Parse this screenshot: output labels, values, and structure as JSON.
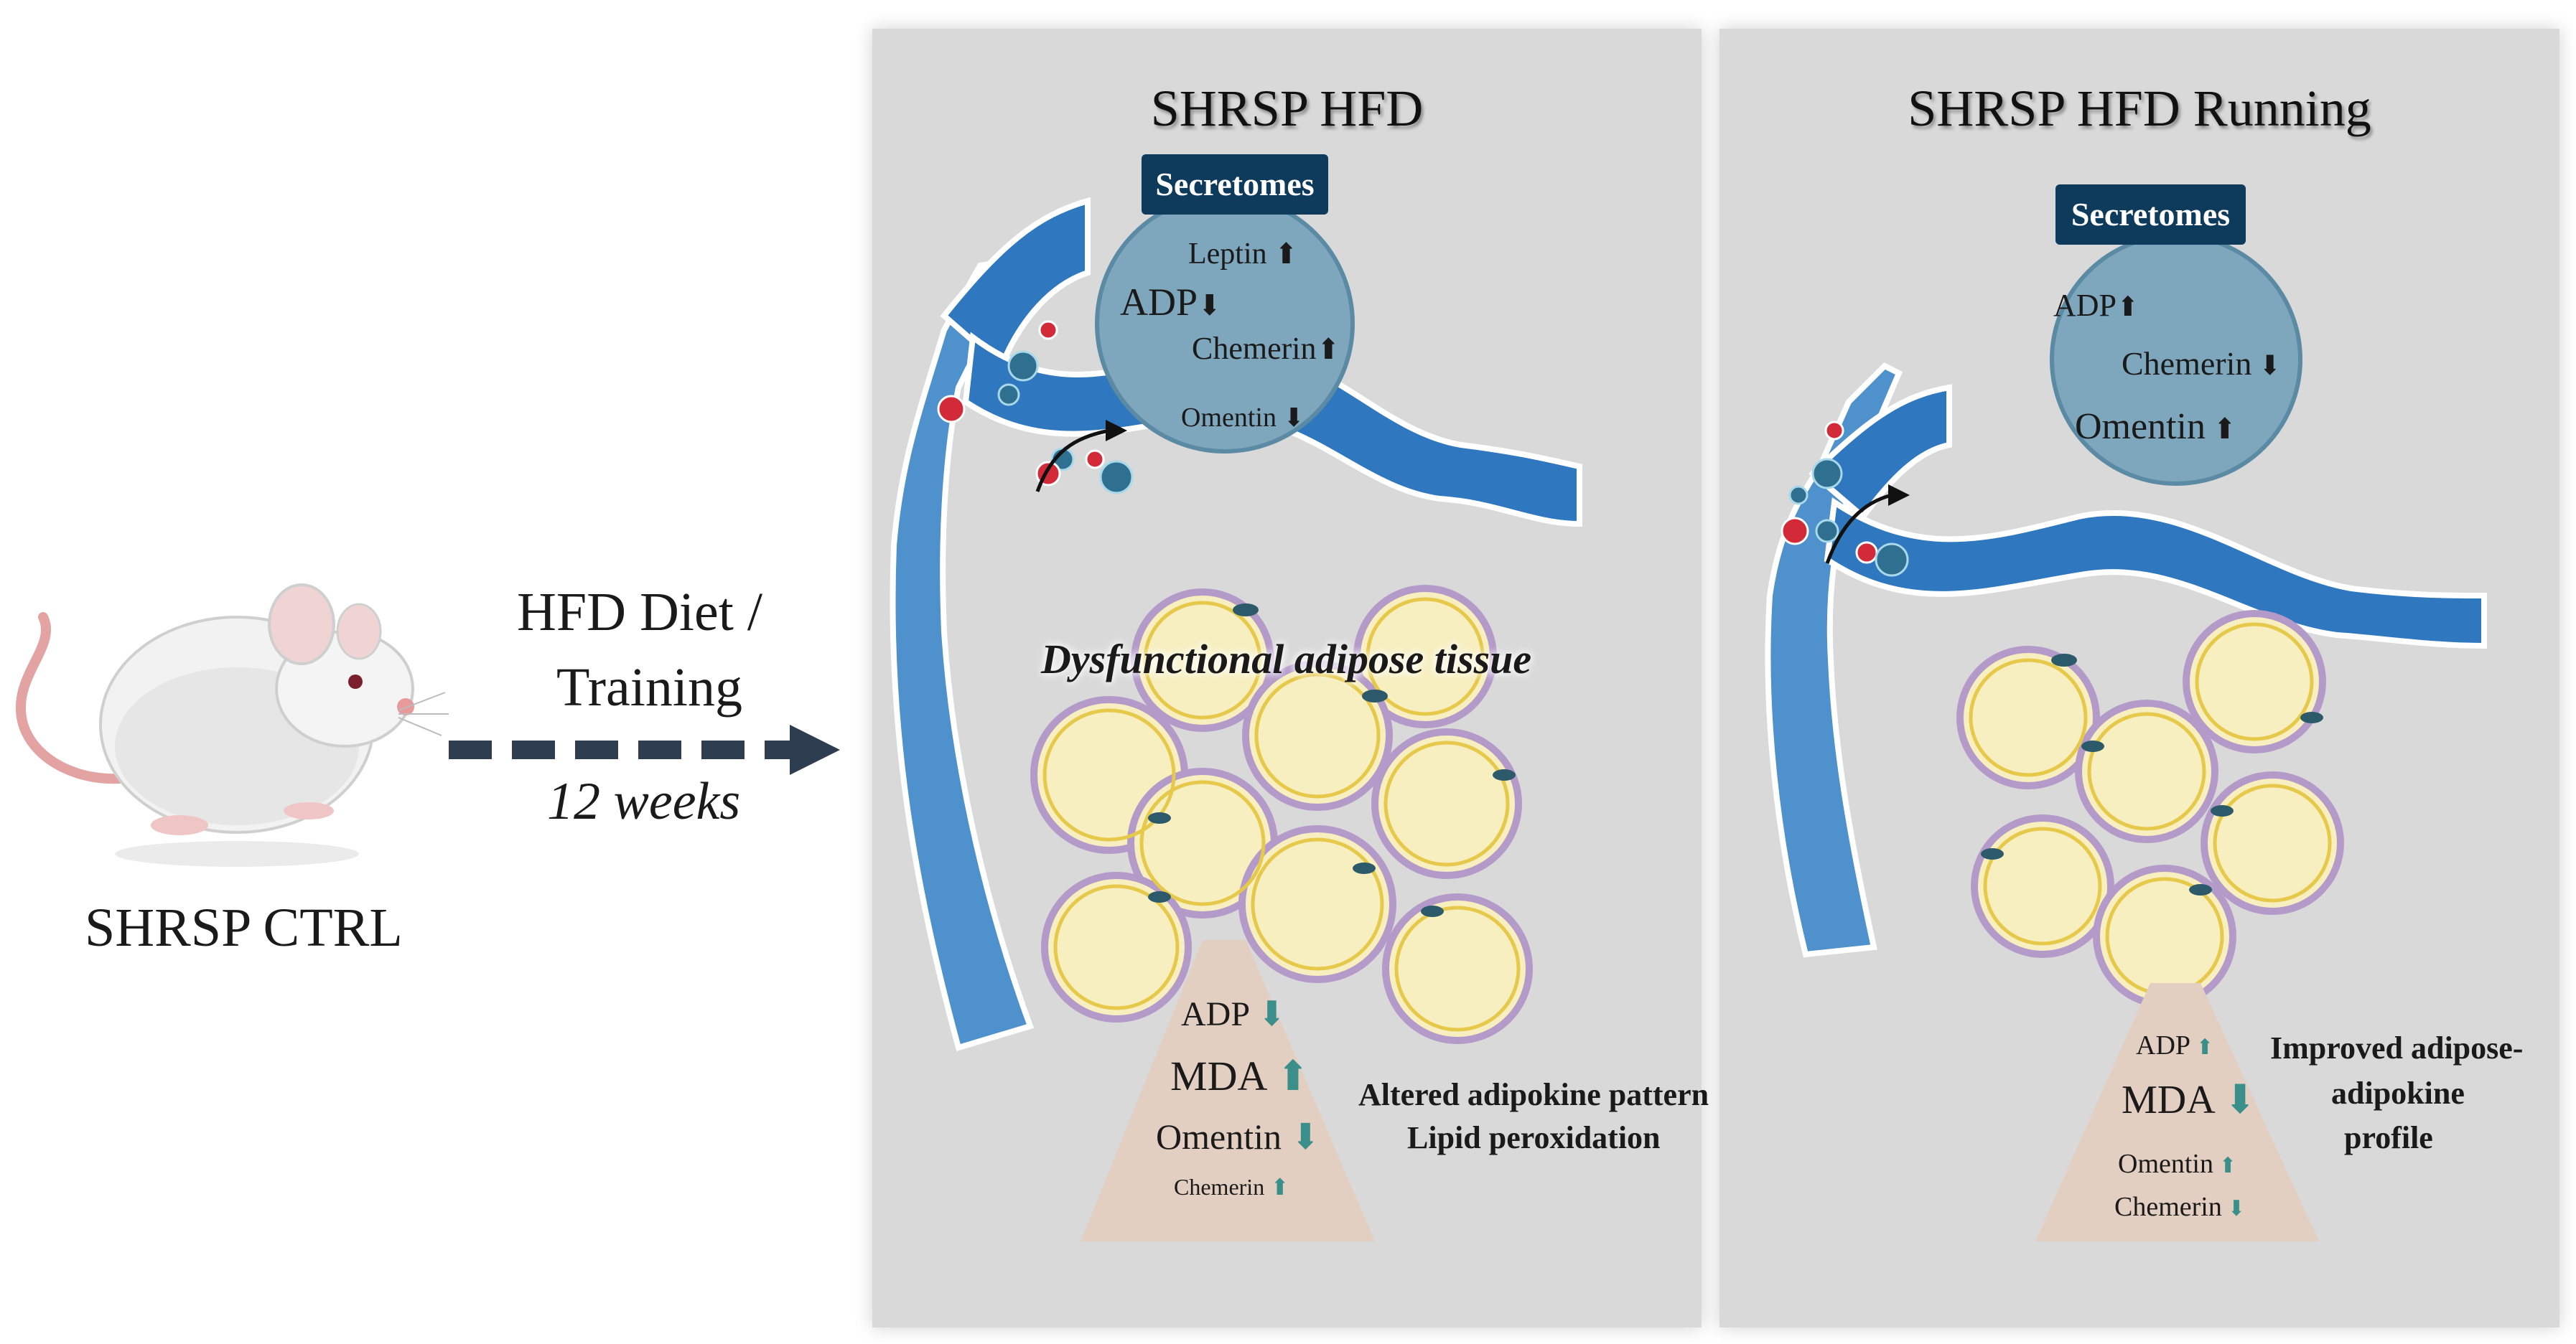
{
  "left": {
    "control_label": "SHRSP CTRL",
    "arrow_label_line1": "HFD Diet /",
    "arrow_label_line2": "Training",
    "arrow_duration": "12 weeks"
  },
  "panel_hfd": {
    "title": "SHRSP HFD",
    "secretomes_title": "Secretomes",
    "secretomes": [
      {
        "name": "Leptin",
        "direction": "up"
      },
      {
        "name": "ADP",
        "direction": "down"
      },
      {
        "name": "Chemerin",
        "direction": "up"
      },
      {
        "name": "Omentin",
        "direction": "down"
      }
    ],
    "tissue_label": "Dysfunctional adipose tissue",
    "triangle": [
      {
        "name": "ADP",
        "direction": "down"
      },
      {
        "name": "MDA",
        "direction": "up"
      },
      {
        "name": "Omentin",
        "direction": "down"
      },
      {
        "name": "Chemerin",
        "direction": "up"
      }
    ],
    "note_line1": "Altered adipokine pattern",
    "note_line2": "Lipid peroxidation"
  },
  "panel_running": {
    "title": "SHRSP HFD Running",
    "secretomes_title": "Secretomes",
    "secretomes": [
      {
        "name": "ADP",
        "direction": "up"
      },
      {
        "name": "Chemerin",
        "direction": "down"
      },
      {
        "name": "Omentin",
        "direction": "up"
      }
    ],
    "triangle": [
      {
        "name": "ADP",
        "direction": "up"
      },
      {
        "name": "MDA",
        "direction": "down"
      },
      {
        "name": "Omentin",
        "direction": "up"
      },
      {
        "name": "Chemerin",
        "direction": "down"
      }
    ],
    "note_line1": "Improved adipose-",
    "note_line2": "adipokine",
    "note_line3": "profile"
  },
  "colors": {
    "panel_bg": "#d9d9d9",
    "secretome_box": "#0e3a5c",
    "secretome_circle": "#7ea6bc",
    "vessel": "#2d7ec4",
    "adipocyte_fill": "#f7efbf",
    "adipocyte_rim": "#e6c84a",
    "triangle": "#e3cfc1",
    "teal_arrow": "#3a8f8a",
    "dashed_arrow": "#2e3d4f"
  },
  "icons": [
    "mouse-icon",
    "blood-vessel-icon",
    "adipocyte-icon",
    "secretion-arrow-icon"
  ]
}
